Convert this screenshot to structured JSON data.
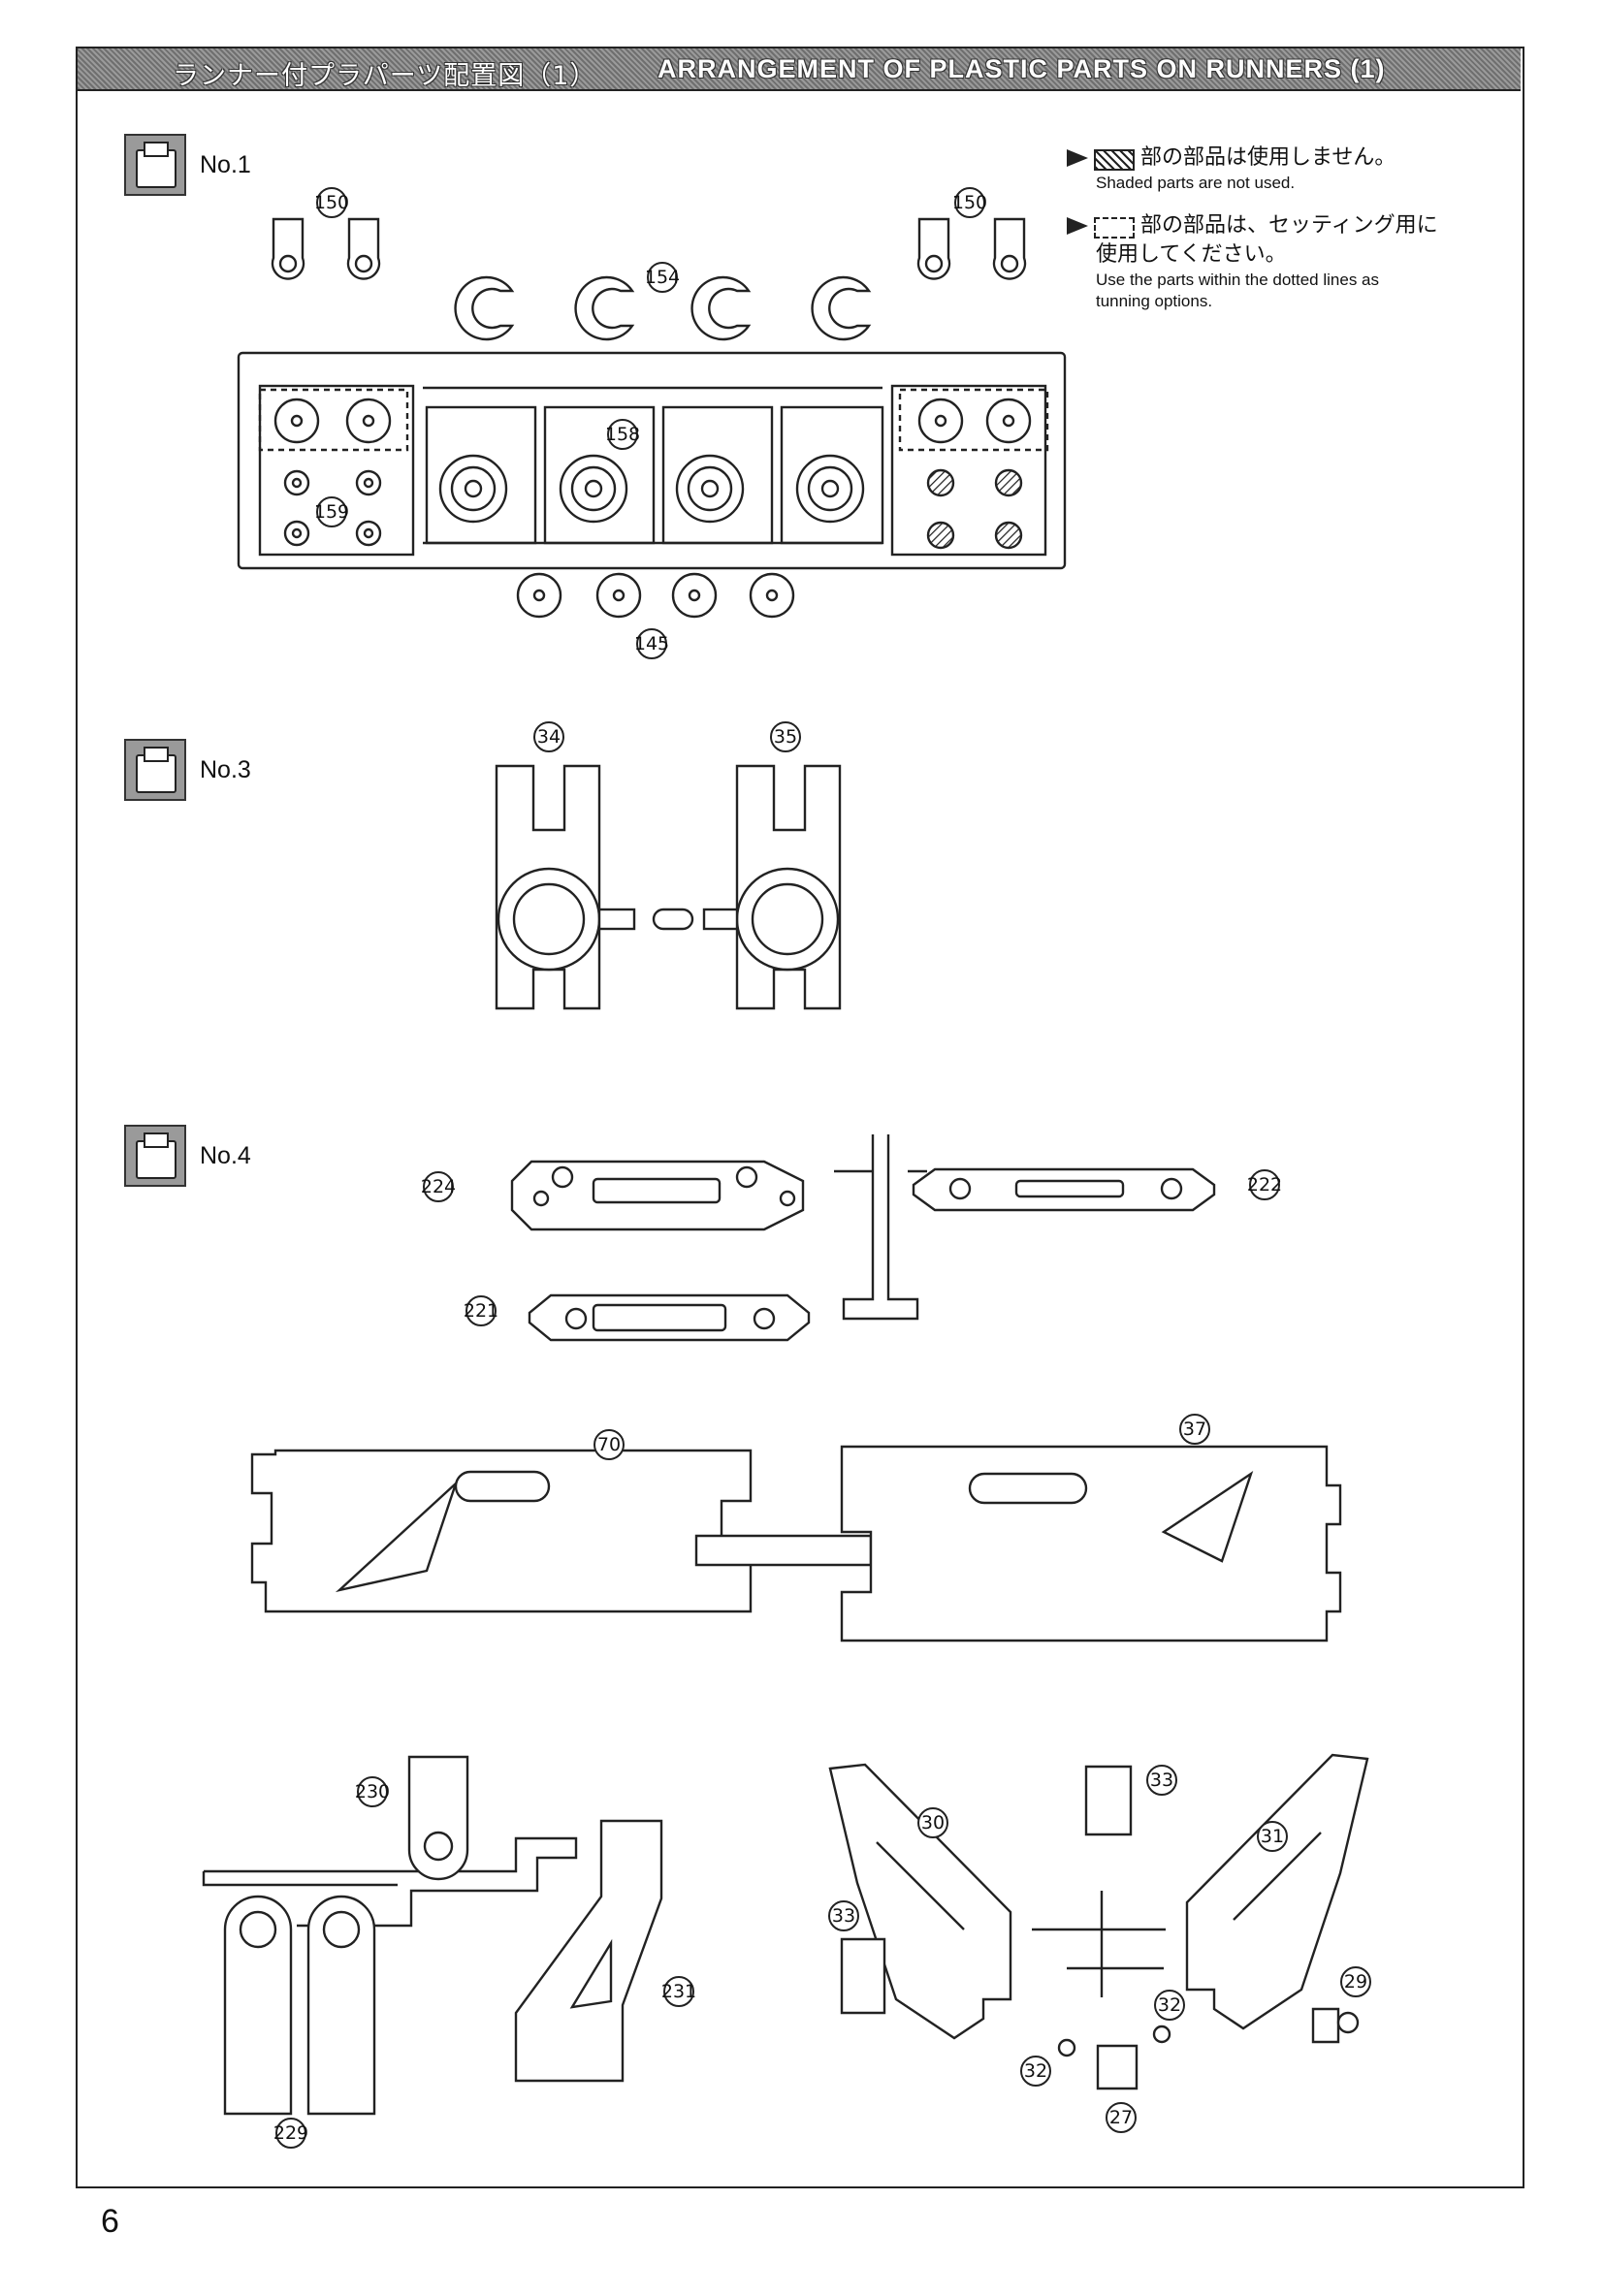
{
  "header": {
    "title_jp": "ランナー付プラパーツ配置図（1）",
    "title_en": "ARRANGEMENT OF PLASTIC PARTS ON RUNNERS (1)"
  },
  "sections": [
    {
      "label": "No.1",
      "icon": "runner-bag-icon"
    },
    {
      "label": "No.3",
      "icon": "runner-bag-icon"
    },
    {
      "label": "No.4",
      "icon": "runner-bag-icon"
    }
  ],
  "notes": {
    "shaded_jp": "部の部品は使用しません。",
    "shaded_en": "Shaded parts are not used.",
    "dotted_jp_1": "部の部品は、セッティング用に",
    "dotted_jp_2": "使用してください。",
    "dotted_en_1": "Use the parts within the dotted lines as",
    "dotted_en_2": "tunning options."
  },
  "part_numbers": {
    "p150": "150",
    "p154": "154",
    "p158": "158",
    "p159": "159",
    "p145": "145",
    "p34": "34",
    "p35": "35",
    "p224": "224",
    "p222": "222",
    "p221": "221",
    "p70": "70",
    "p37": "37",
    "p230": "230",
    "p229": "229",
    "p231": "231",
    "p30": "30",
    "p33": "33",
    "p31": "31",
    "p32": "32",
    "p29": "29",
    "p27": "27"
  },
  "page_number": "6"
}
